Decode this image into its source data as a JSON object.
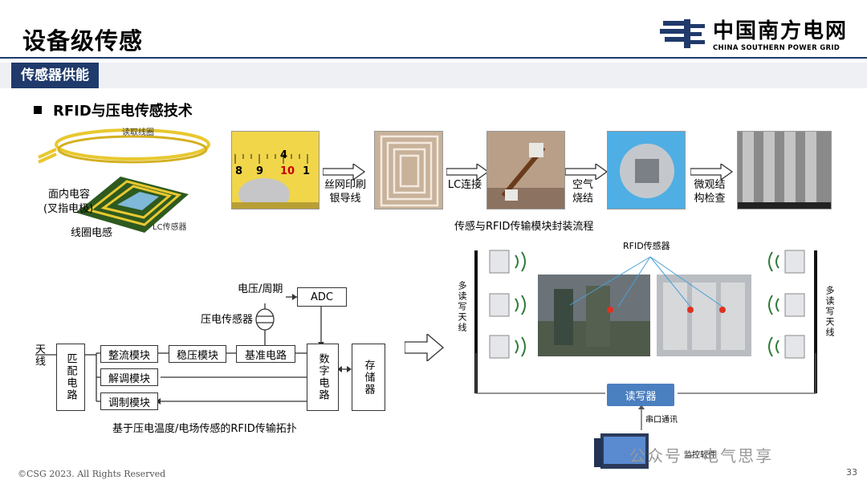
{
  "header": {
    "title": "设备级传感",
    "logo_cn": "中国南方电网",
    "logo_en": "CHINA SOUTHERN POWER GRID",
    "section_tag": "传感器供能",
    "bullet": "RFID与压电传感技术"
  },
  "sensor_illustration": {
    "read_coil": "读取线圈",
    "capacitor_label": "面内电容",
    "capacitor_sub": "(叉指电极)",
    "lc_sensor": "LC传感器",
    "coil_inductor": "线圈电感"
  },
  "process_flow": {
    "ruler_digits": [
      "8",
      "9",
      "10",
      "1",
      "4"
    ],
    "steps": [
      {
        "line1": "丝网印刷",
        "line2": "银导线"
      },
      {
        "line1": "LC连接",
        "line2": ""
      },
      {
        "line1": "空气",
        "line2": "烧结"
      },
      {
        "line1": "微观结",
        "line2": "构检查"
      }
    ],
    "caption": "传感与RFID传输模块封装流程"
  },
  "topology": {
    "antenna": "天线",
    "match": "匹配电路",
    "rectifier": "整流模块",
    "regulator": "稳压模块",
    "reference": "基准电路",
    "demod": "解调模块",
    "modulator": "调制模块",
    "voltage_period": "电压/周期",
    "adc": "ADC",
    "piezo_sensor": "压电传感器",
    "digital_circuit": "数字电路",
    "storage": "存储器",
    "caption": "基于压电温度/电场传感的RFID传输拓扑"
  },
  "deployment": {
    "rfid_sensor": "RFID传感器",
    "left_antenna": "多读写天线",
    "right_antenna": "多读写天线",
    "reader": "读写器",
    "serial": "串口通讯",
    "software": "监控软件"
  },
  "footer": {
    "copyright": "©CSG 2023. All Rights Reserved",
    "page": "33",
    "watermark": "公众号 · 电气思享"
  },
  "colors": {
    "navy": "#1f3a6b",
    "reader_blue": "#4a7fc0",
    "wave_green": "#2f7d3a"
  }
}
